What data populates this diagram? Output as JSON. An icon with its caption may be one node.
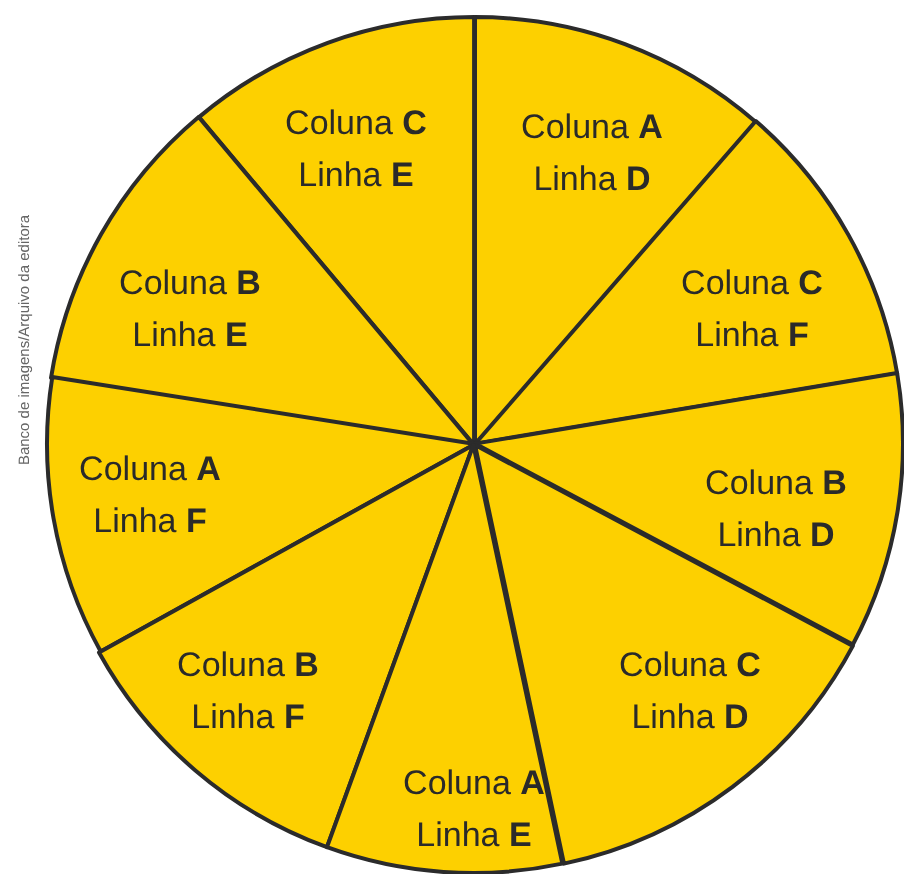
{
  "diagram": {
    "nodes": [
      {
        "text": [
          "Coluna **C**",
          "Linha **E**"
        ]
      },
      {
        "text": [
          "Coluna **A**",
          "Linha **D**"
        ]
      },
      {
        "text": [
          "Coluna **B**",
          "Linha **E**"
        ]
      },
      {
        "text": [
          "Coluna **C**",
          "Linha **F**"
        ]
      },
      {
        "text": [
          "Coluna **A**",
          "Linha **F**"
        ]
      },
      {
        "text": [
          "Coluna **B**",
          "Linha **D**"
        ]
      },
      {
        "text": [
          "Coluna **B**",
          "Linha **F**"
        ]
      },
      {
        "text": [
          "Coluna **C**",
          "Linha **D**"
        ]
      },
      {
        "text": [
          "Coluna **A**",
          "Linha **E**"
        ]
      }
    ],
    "labels": [
      "Banco de imagens/Arquivo da editora"
    ]
  }
}
